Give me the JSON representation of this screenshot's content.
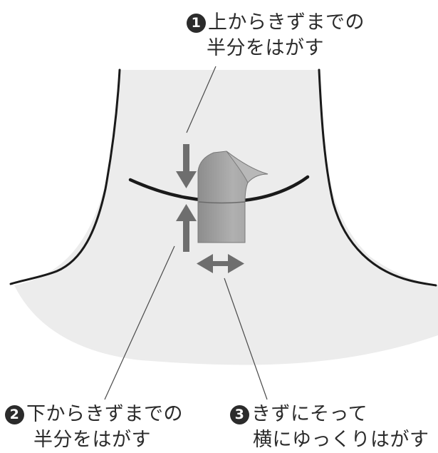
{
  "steps": [
    {
      "number": "1",
      "line1": "上からきずまでの",
      "line2": "半分をはがす"
    },
    {
      "number": "2",
      "line1": "下からきずまでの",
      "line2": "半分をはがす"
    },
    {
      "number": "3",
      "line1": "きずにそって",
      "line2": "横にゆっくりはがす"
    }
  ],
  "colors": {
    "skin": "#ececec",
    "outline": "#1a1a1a",
    "bandage": "#a6a6a6",
    "arrow": "#6e6e6e",
    "leader": "#4a4a4a"
  }
}
